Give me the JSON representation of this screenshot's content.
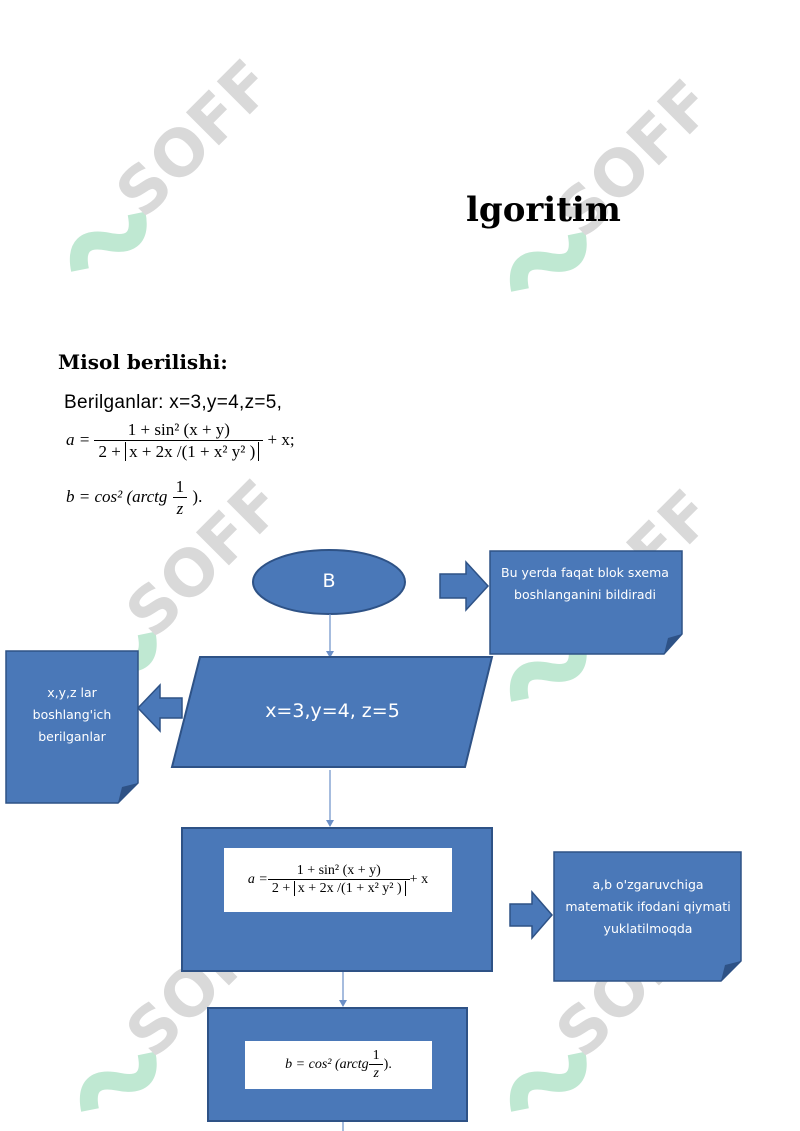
{
  "watermark": "SOFF",
  "heading": "lgoritim",
  "misol_label": "Misol berilishi:",
  "given": {
    "line1": "Berilganlar: x=3,y=4,z=5,",
    "a_lhs": "a =",
    "a_num": "1 + sin² (x + y)",
    "a_den_start": "2 +",
    "a_den_abs": "x + 2x /(1 + x² y² )",
    "a_tail": "+ x;",
    "b_lhs": "b = cos² (arctg",
    "b_num": "1",
    "b_den": "z",
    "b_tail": ")."
  },
  "flowchart": {
    "start_label": "B",
    "start_note": "Bu yerda faqat blok sxema boshlanganini bildiradi",
    "input_label": "x=3,y=4, z=5",
    "input_note": "x,y,z lar boshlang'ich berilganlar",
    "process1_formula": {
      "lhs": "a =",
      "num": "1 + sin² (x + y)",
      "den_start": "2 +",
      "den_abs": "x + 2x /(1 + x² y² )",
      "tail": "+ x"
    },
    "process1_note": "a,b o'zgaruvchiga matematik ifodani qiymati yuklatilmoqda",
    "process2_formula": {
      "lhs": "b = cos² (arctg",
      "num": "1",
      "den": "z",
      "tail": ")."
    }
  },
  "colors": {
    "box_fill": "#4a78b8",
    "box_border": "#2e5286",
    "watermark_gray": "#d9d9d9",
    "watermark_green": "#bfe8d2"
  }
}
